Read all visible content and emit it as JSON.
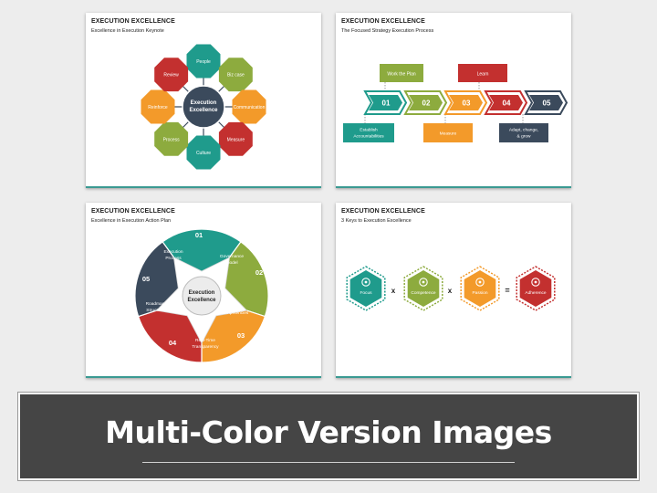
{
  "colors": {
    "teal": "#1f9b8c",
    "green": "#8dab3e",
    "orange": "#f39a2a",
    "red": "#c3302f",
    "navy": "#3b4a5c",
    "banner_bg": "#454545"
  },
  "slide1": {
    "title": "EXECUTION EXCELLENCE",
    "subtitle": "Excellence in Execution Keynote",
    "center": [
      "Execution",
      "Excellence"
    ],
    "nodes": [
      "People",
      "Biz case",
      "Communication",
      "Measure",
      "Culture",
      "Process",
      "Reinforce",
      "Review"
    ]
  },
  "slide2": {
    "title": "EXECUTION EXCELLENCE",
    "subtitle": "The Focused Strategy Execution Process",
    "steps": [
      "01",
      "02",
      "03",
      "04",
      "05"
    ],
    "top_labels": [
      "Work the Plan",
      "Learn"
    ],
    "bottom_labels": [
      [
        "Establish",
        "Accountabilities"
      ],
      [
        "Measure"
      ],
      [
        "Adapt, change,",
        "& grow"
      ]
    ]
  },
  "slide3": {
    "title": "EXECUTION EXCELLENCE",
    "subtitle": "Excellence in Execution Action Plan",
    "center": [
      "Execution",
      "Excellence"
    ],
    "segments": [
      {
        "num": "01",
        "label": [
          "Execution",
          "Process"
        ]
      },
      {
        "num": "02",
        "label": [
          "Governance",
          "model"
        ]
      },
      {
        "num": "03",
        "label": [
          "Skills &",
          "Competencies"
        ]
      },
      {
        "num": "04",
        "label": [
          "Real-Time",
          "Transparency"
        ]
      },
      {
        "num": "05",
        "label": [
          "Roadmap",
          "Structure"
        ]
      }
    ]
  },
  "slide4": {
    "title": "EXECUTION EXCELLENCE",
    "subtitle": "3 Keys to Execution Excellence",
    "keys": [
      "Focus",
      "Competence",
      "Passion",
      "Adherence"
    ],
    "operators": [
      "x",
      "x",
      "="
    ]
  },
  "banner": {
    "text": "Multi-Color Version Images"
  }
}
